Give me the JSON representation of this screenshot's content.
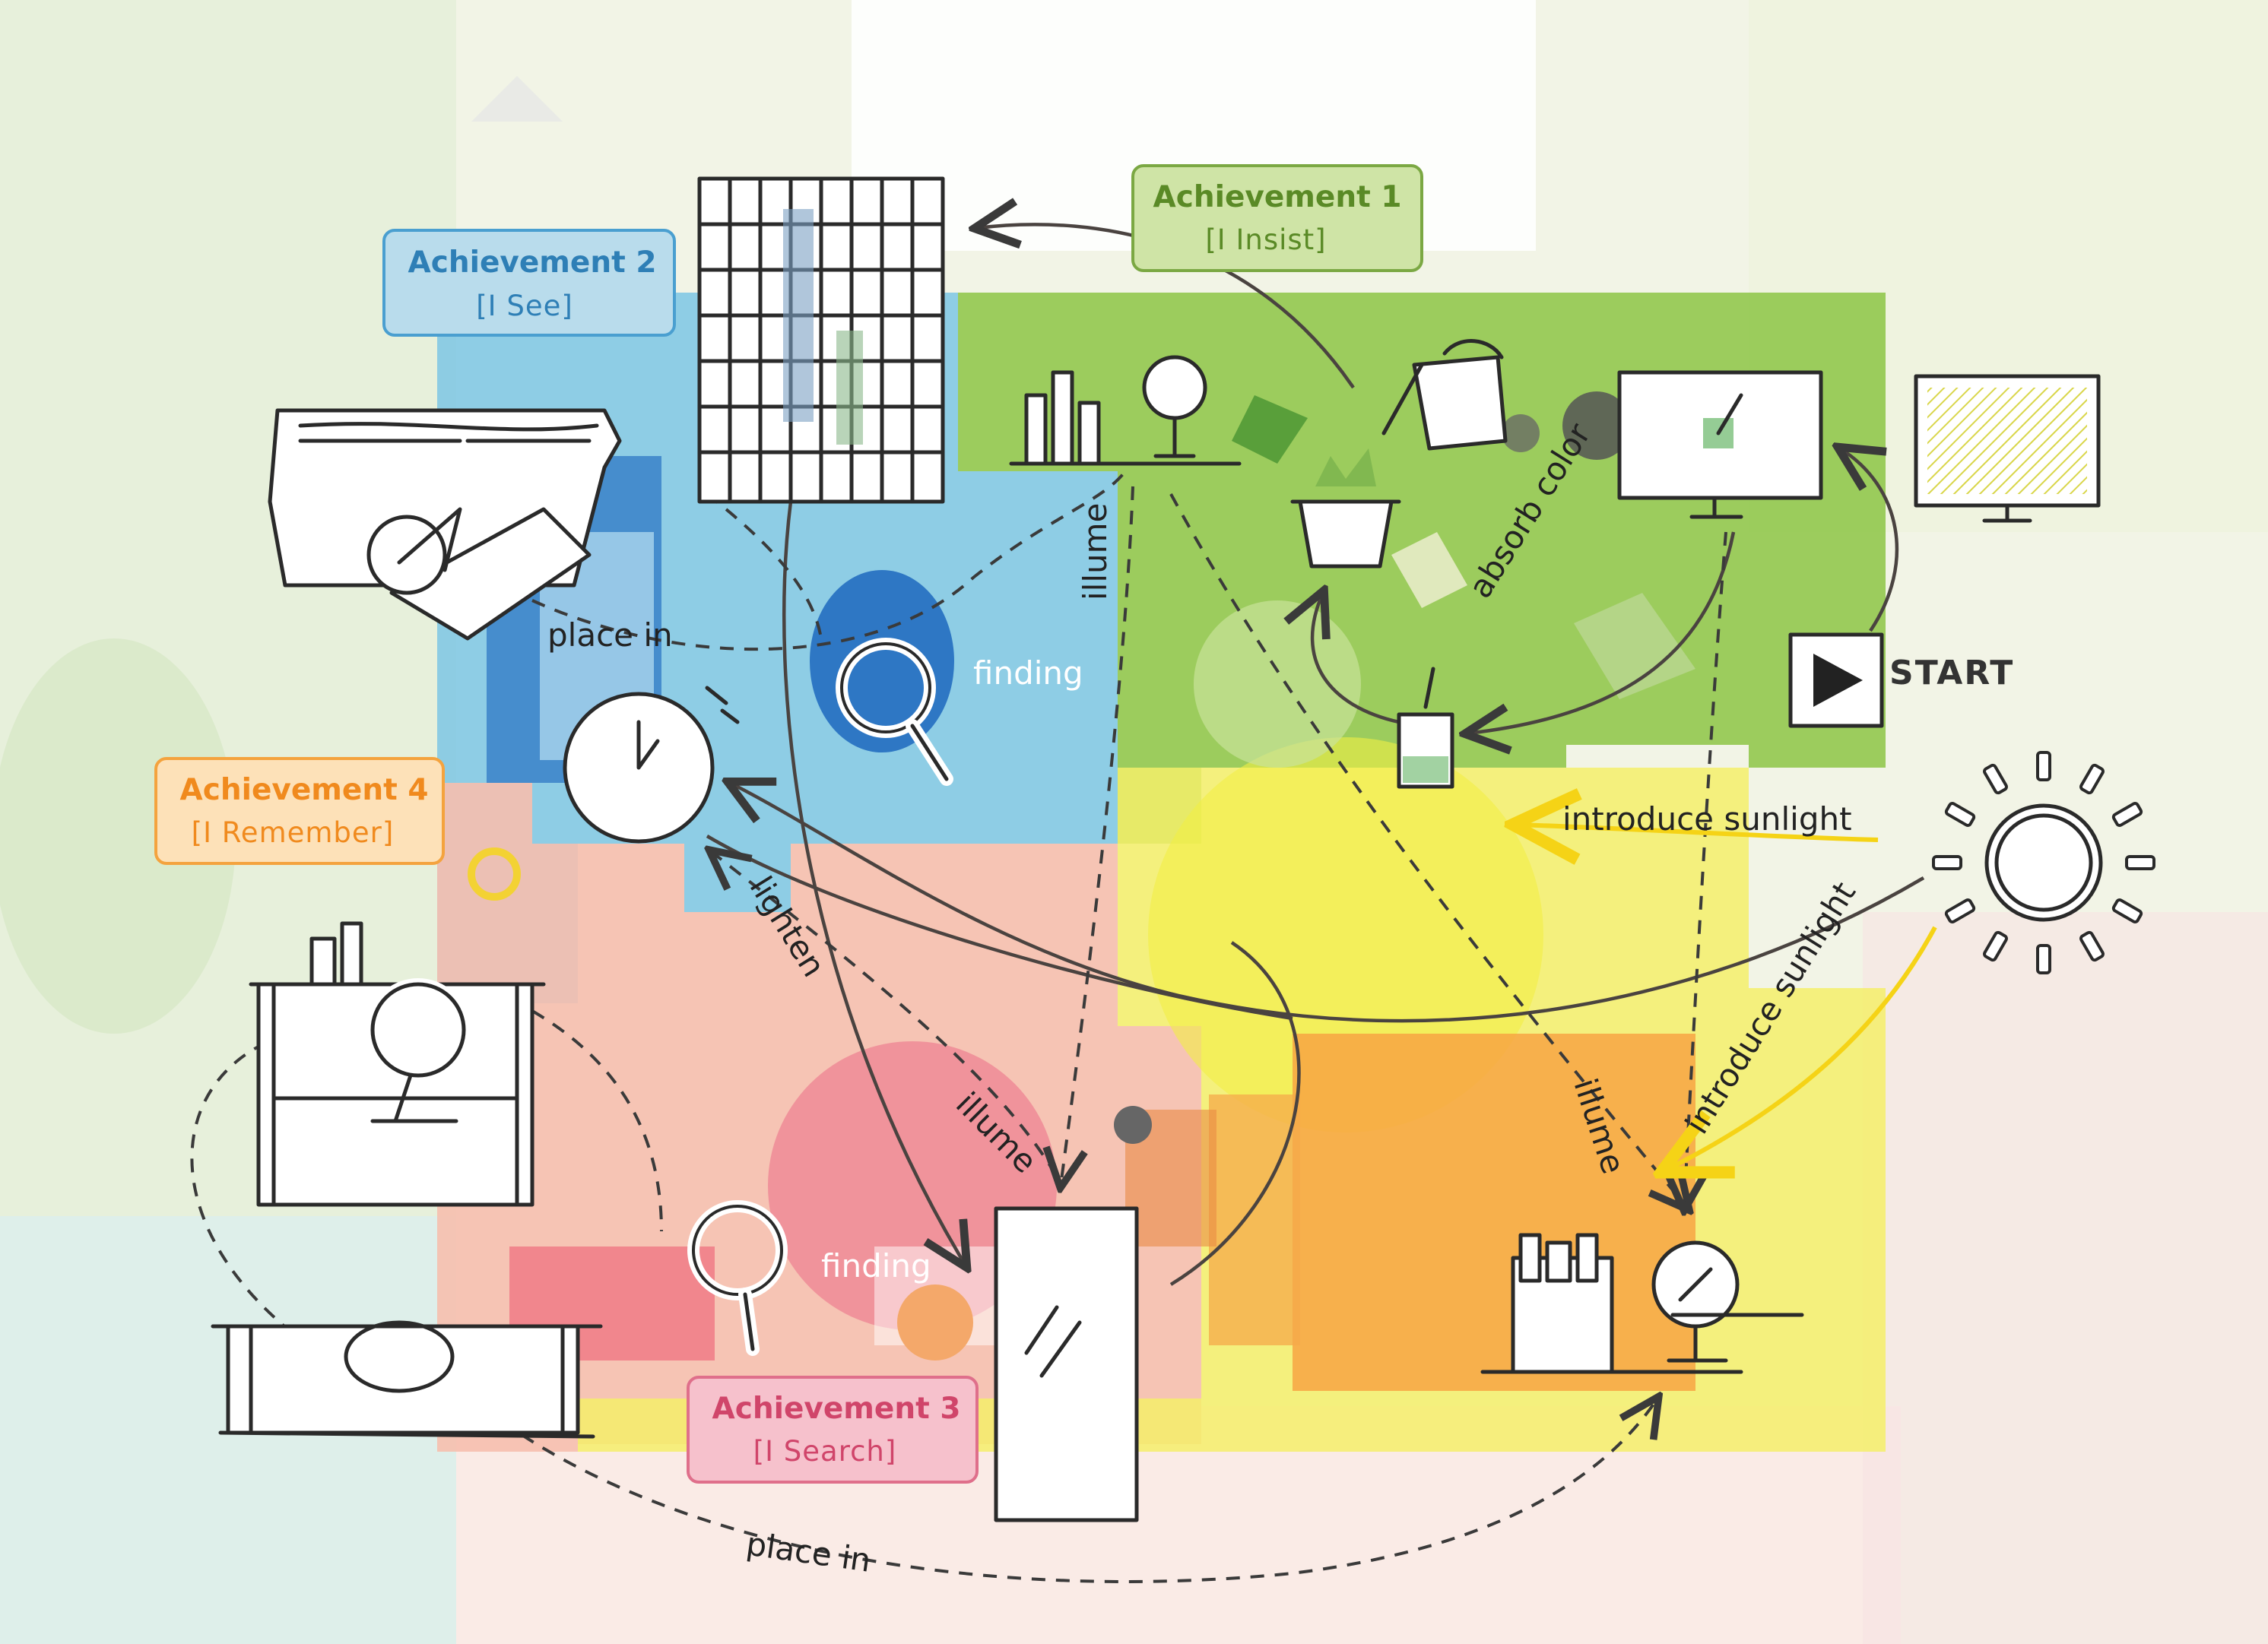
{
  "start_label": "START",
  "achievements": [
    {
      "title": "Achievement 1",
      "subtitle": "[I Insist]",
      "color": "#5a8a26",
      "fill": "#cfe4a6",
      "border": "#7ba843"
    },
    {
      "title": "Achievement 2",
      "subtitle": "[I See]",
      "color": "#2e7fb6",
      "fill": "#b9dcec",
      "border": "#4a9fd0"
    },
    {
      "title": "Achievement 3",
      "subtitle": "[I Search]",
      "color": "#d0456a",
      "fill": "#f6c1cc",
      "border": "#df6f8b"
    },
    {
      "title": "Achievement 4",
      "subtitle": "[I Remember]",
      "color": "#f08a1e",
      "fill": "#fde1b8",
      "border": "#f4a33e"
    }
  ],
  "actions": {
    "absorb_color": "absorb color",
    "illume_1": "illume",
    "illume_2": "illume",
    "illume_3": "illume",
    "introduce_sunlight_1": "introduce sunlight",
    "introduce_sunlight_2": "introduce sunlight",
    "lighten": "lighten",
    "finding_1": "finding",
    "finding_2": "finding",
    "place_in_1": "place in",
    "place_in_2": "place in"
  },
  "zone_colors": {
    "green": "#8fc64a",
    "blue": "#7cc6e4",
    "pink": "#f6bfae",
    "yellow": "#f4ee6a",
    "orange": "#f7a443"
  },
  "icons": [
    "document-icon",
    "bookshelf-icon",
    "plant-pot-icon",
    "watering-can-icon",
    "monitor-icon",
    "play-button-icon",
    "sun-icon",
    "clock-icon",
    "magnifier-icon",
    "cabinet-icon",
    "drawer-icon",
    "mirror-icon",
    "jar-icon",
    "desk-mirror-icon",
    "pen-holder-icon"
  ]
}
